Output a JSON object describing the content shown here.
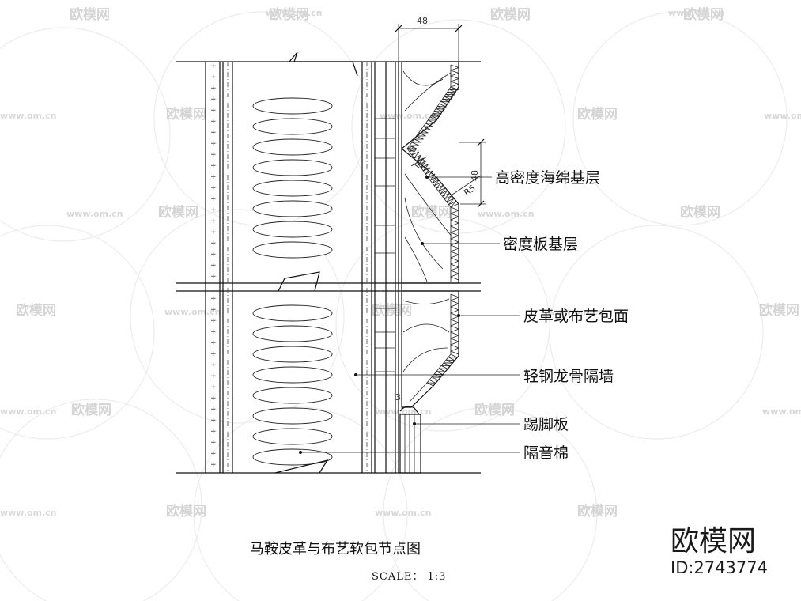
{
  "title": "马鞍皮革与布艺软包节点图",
  "scale_label": "SCALE： 1:3",
  "dimensions": {
    "top_width": "48",
    "side_height": "48",
    "radius_a": "R5",
    "radius_b": "R5",
    "small": "3"
  },
  "callouts": [
    "高密度海绵基层",
    "密度板基层",
    "皮革或布艺包面",
    "轻钢龙骨隔墙",
    "踢脚板",
    "隔音棉"
  ],
  "watermark": {
    "text": "欧模网",
    "url": "www.om.cn"
  },
  "brand": {
    "name": "欧模网",
    "id": "ID:2743774"
  }
}
